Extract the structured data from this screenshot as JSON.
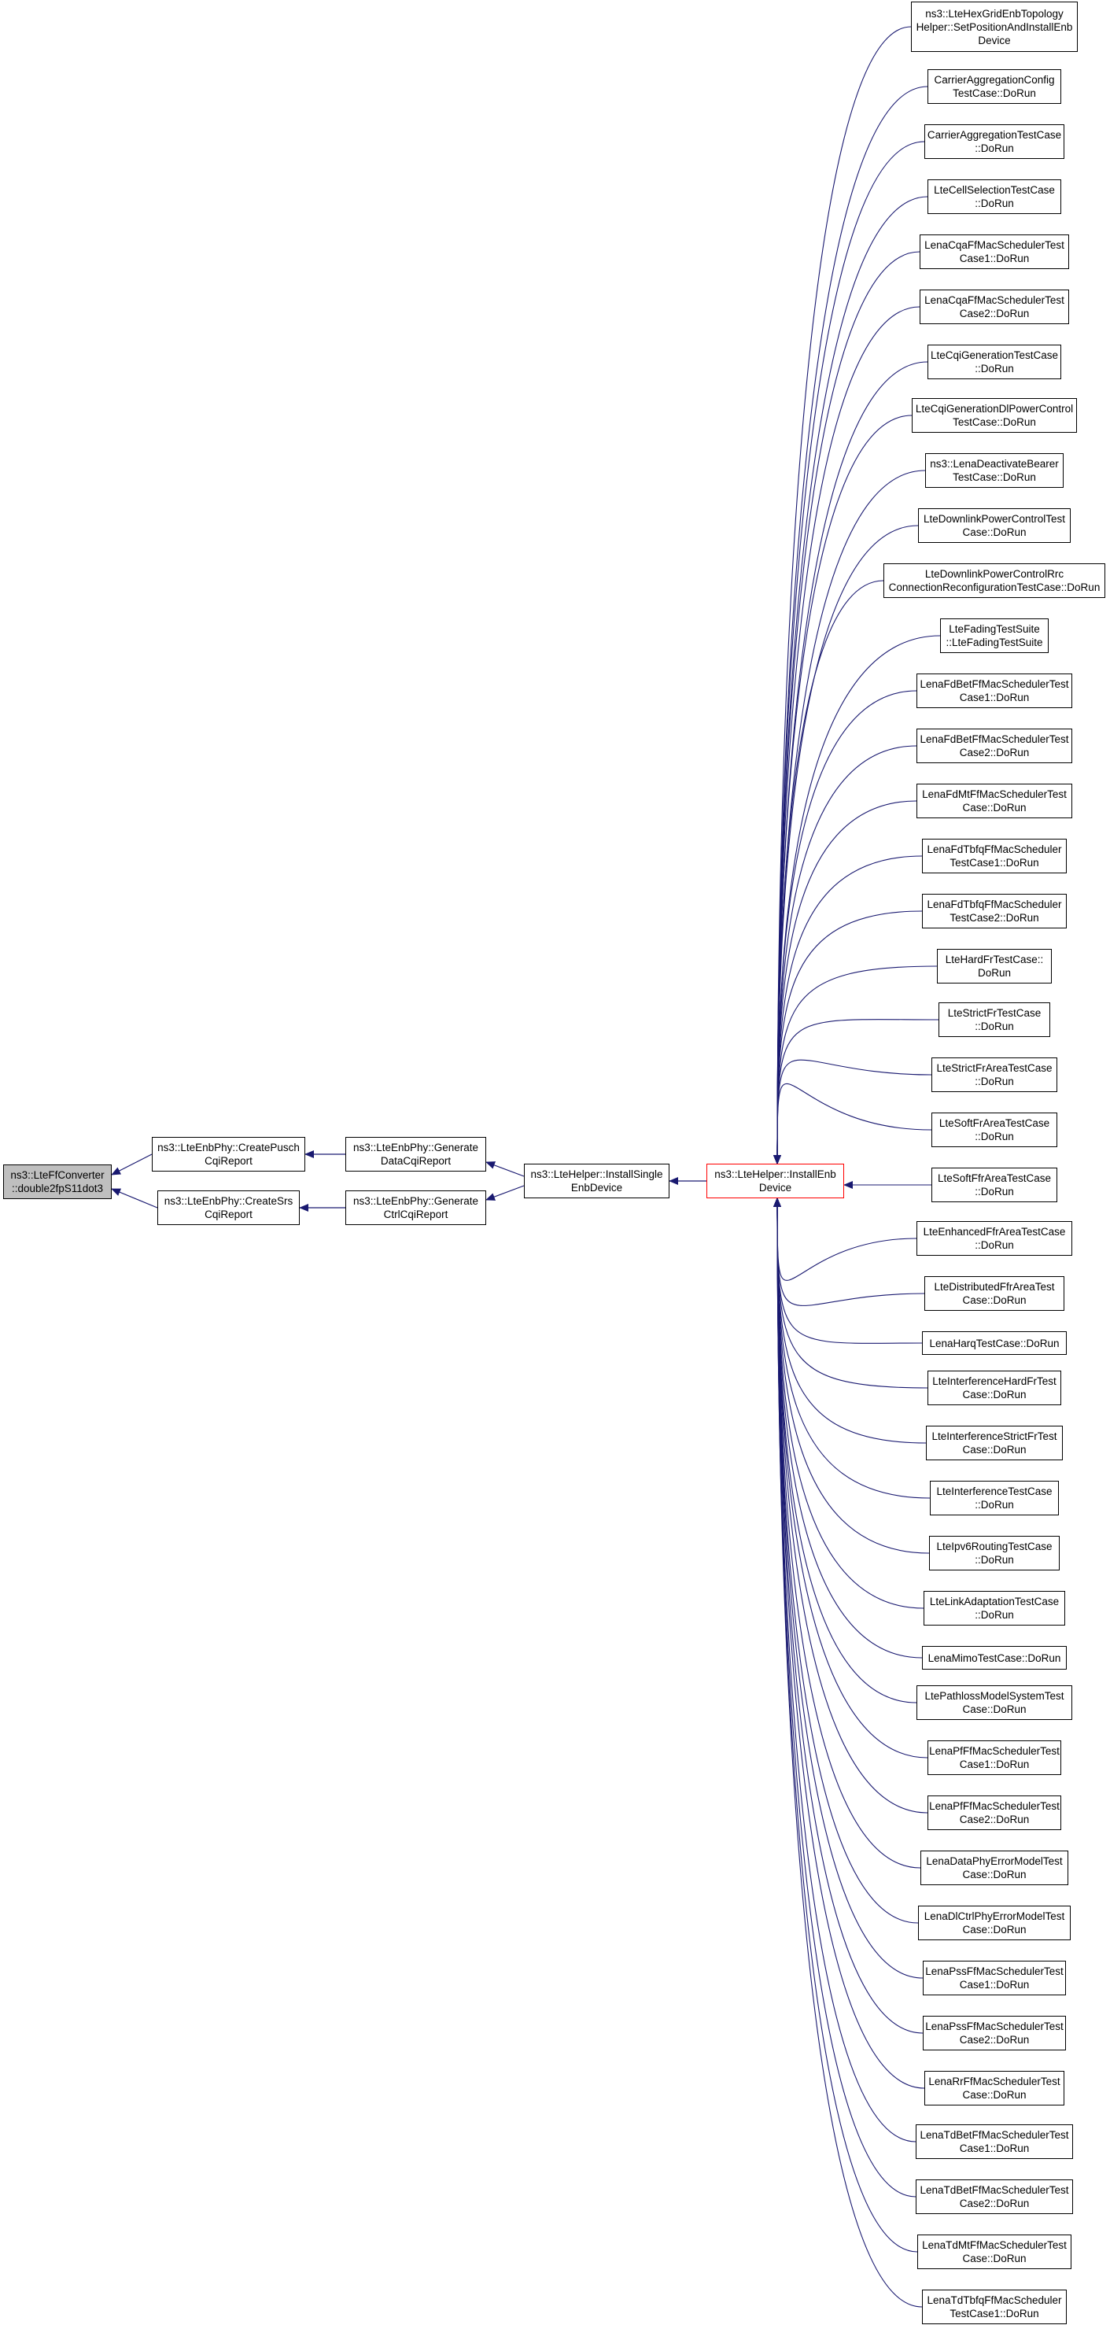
{
  "graph": {
    "root": {
      "id": "root",
      "lines": [
        "ns3::LteFfConverter",
        "::double2fpS11dot3"
      ]
    },
    "callers": [
      {
        "id": "pusch",
        "lines": [
          "ns3::LteEnbPhy::CreatePusch",
          "CqiReport"
        ]
      },
      {
        "id": "srs",
        "lines": [
          "ns3::LteEnbPhy::CreateSrs",
          "CqiReport"
        ]
      },
      {
        "id": "gendata",
        "lines": [
          "ns3::LteEnbPhy::Generate",
          "DataCqiReport"
        ]
      },
      {
        "id": "genctrl",
        "lines": [
          "ns3::LteEnbPhy::Generate",
          "CtrlCqiReport"
        ]
      },
      {
        "id": "installsingle",
        "lines": [
          "ns3::LteHelper::InstallSingle",
          "EnbDevice"
        ]
      },
      {
        "id": "installenb",
        "lines": [
          "ns3::LteHelper::InstallEnb",
          "Device"
        ]
      }
    ],
    "tests": [
      {
        "lines": [
          "ns3::LteHexGridEnbTopology",
          "Helper::SetPositionAndInstallEnb",
          "Device"
        ]
      },
      {
        "lines": [
          "CarrierAggregationConfig",
          "TestCase::DoRun"
        ]
      },
      {
        "lines": [
          "CarrierAggregationTestCase",
          "::DoRun"
        ]
      },
      {
        "lines": [
          "LteCellSelectionTestCase",
          "::DoRun"
        ]
      },
      {
        "lines": [
          "LenaCqaFfMacSchedulerTest",
          "Case1::DoRun"
        ]
      },
      {
        "lines": [
          "LenaCqaFfMacSchedulerTest",
          "Case2::DoRun"
        ]
      },
      {
        "lines": [
          "LteCqiGenerationTestCase",
          "::DoRun"
        ]
      },
      {
        "lines": [
          "LteCqiGenerationDlPowerControl",
          "TestCase::DoRun"
        ]
      },
      {
        "lines": [
          "ns3::LenaDeactivateBearer",
          "TestCase::DoRun"
        ]
      },
      {
        "lines": [
          "LteDownlinkPowerControlTest",
          "Case::DoRun"
        ]
      },
      {
        "lines": [
          "LteDownlinkPowerControlRrc",
          "ConnectionReconfigurationTestCase::DoRun"
        ]
      },
      {
        "lines": [
          "LteFadingTestSuite",
          "::LteFadingTestSuite"
        ]
      },
      {
        "lines": [
          "LenaFdBetFfMacSchedulerTest",
          "Case1::DoRun"
        ]
      },
      {
        "lines": [
          "LenaFdBetFfMacSchedulerTest",
          "Case2::DoRun"
        ]
      },
      {
        "lines": [
          "LenaFdMtFfMacSchedulerTest",
          "Case::DoRun"
        ]
      },
      {
        "lines": [
          "LenaFdTbfqFfMacScheduler",
          "TestCase1::DoRun"
        ]
      },
      {
        "lines": [
          "LenaFdTbfqFfMacScheduler",
          "TestCase2::DoRun"
        ]
      },
      {
        "lines": [
          "LteHardFrTestCase::",
          "DoRun"
        ]
      },
      {
        "lines": [
          "LteStrictFrTestCase",
          "::DoRun"
        ]
      },
      {
        "lines": [
          "LteStrictFrAreaTestCase",
          "::DoRun"
        ]
      },
      {
        "lines": [
          "LteSoftFrAreaTestCase",
          "::DoRun"
        ]
      },
      {
        "lines": [
          "LteSoftFfrAreaTestCase",
          "::DoRun"
        ]
      },
      {
        "lines": [
          "LteEnhancedFfrAreaTestCase",
          "::DoRun"
        ]
      },
      {
        "lines": [
          "LteDistributedFfrAreaTest",
          "Case::DoRun"
        ]
      },
      {
        "lines": [
          "LenaHarqTestCase::DoRun"
        ]
      },
      {
        "lines": [
          "LteInterferenceHardFrTest",
          "Case::DoRun"
        ]
      },
      {
        "lines": [
          "LteInterferenceStrictFrTest",
          "Case::DoRun"
        ]
      },
      {
        "lines": [
          "LteInterferenceTestCase",
          "::DoRun"
        ]
      },
      {
        "lines": [
          "LteIpv6RoutingTestCase",
          "::DoRun"
        ]
      },
      {
        "lines": [
          "LteLinkAdaptationTestCase",
          "::DoRun"
        ]
      },
      {
        "lines": [
          "LenaMimoTestCase::DoRun"
        ]
      },
      {
        "lines": [
          "LtePathlossModelSystemTest",
          "Case::DoRun"
        ]
      },
      {
        "lines": [
          "LenaPfFfMacSchedulerTest",
          "Case1::DoRun"
        ]
      },
      {
        "lines": [
          "LenaPfFfMacSchedulerTest",
          "Case2::DoRun"
        ]
      },
      {
        "lines": [
          "LenaDataPhyErrorModelTest",
          "Case::DoRun"
        ]
      },
      {
        "lines": [
          "LenaDlCtrlPhyErrorModelTest",
          "Case::DoRun"
        ]
      },
      {
        "lines": [
          "LenaPssFfMacSchedulerTest",
          "Case1::DoRun"
        ]
      },
      {
        "lines": [
          "LenaPssFfMacSchedulerTest",
          "Case2::DoRun"
        ]
      },
      {
        "lines": [
          "LenaRrFfMacSchedulerTest",
          "Case::DoRun"
        ]
      },
      {
        "lines": [
          "LenaTdBetFfMacSchedulerTest",
          "Case1::DoRun"
        ]
      },
      {
        "lines": [
          "LenaTdBetFfMacSchedulerTest",
          "Case2::DoRun"
        ]
      },
      {
        "lines": [
          "LenaTdMtFfMacSchedulerTest",
          "Case::DoRun"
        ]
      },
      {
        "lines": [
          "LenaTdTbfqFfMacScheduler",
          "TestCase1::DoRun"
        ]
      }
    ],
    "colors": {
      "edge": "#191970",
      "highlight": "#ff0000",
      "root_fill": "#bfbfbf",
      "node_border": "#000000"
    }
  }
}
